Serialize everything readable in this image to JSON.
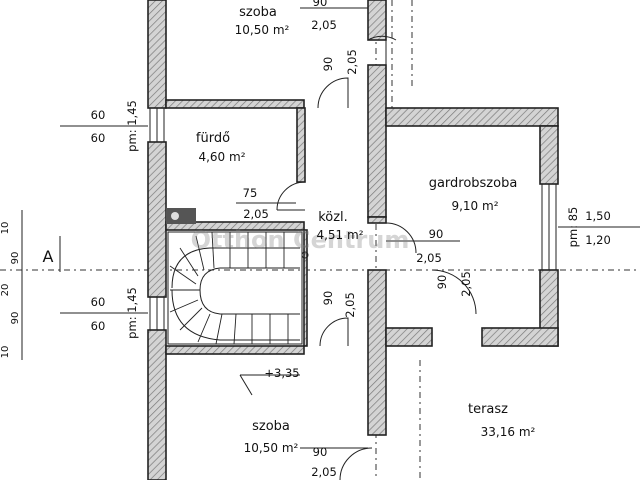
{
  "rooms": {
    "top_room": {
      "name": "szoba",
      "area": "10,50 m²"
    },
    "bathroom": {
      "name": "fürdő",
      "area": "4,60 m²"
    },
    "wardrobe": {
      "name": "gardrobszoba",
      "area": "9,10 m²"
    },
    "hallway": {
      "name": "közl.",
      "area": "4,51 m²"
    },
    "bottom_room": {
      "name": "szoba",
      "area": "10,50 m²"
    },
    "terrace": {
      "name": "terasz",
      "area": "33,16 m²"
    }
  },
  "dimensions": {
    "top_door_w": "90",
    "top_door_h": "2,05",
    "top_vert_90": "90",
    "top_vert_205": "2,05",
    "bath_win_w": "60",
    "bath_win_h": "60",
    "bath_win_pm": "pm: 1,45",
    "bath_door_w": "75",
    "bath_door_h": "2,05",
    "ward_win_pm": "pm: 85",
    "ward_win_w": "1,50",
    "ward_win_h": "1,20",
    "ward_door_w": "90",
    "ward_door_h": "2,05",
    "terr_door_w": "90",
    "terr_door_h": "2,05",
    "stair_win_w": "60",
    "stair_win_h": "60",
    "stair_win_pm": "pm: 1,45",
    "low_vert_90": "90",
    "low_vert_205": "2,05",
    "level": "+3,35",
    "bottom_door_w": "90",
    "bottom_door_h": "2,05",
    "left_dims": [
      "10",
      "90",
      "20",
      "90",
      "10"
    ]
  },
  "section_marker": "A",
  "watermark": "Otthon Centrum",
  "colors": {
    "wall": "#cfcfcf",
    "line": "#222222",
    "background": "#ffffff"
  }
}
